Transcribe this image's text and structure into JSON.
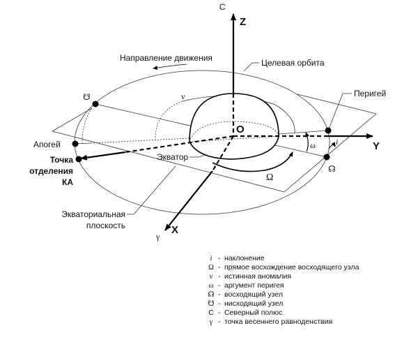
{
  "axes": {
    "c": "C",
    "z": "Z",
    "y": "Y",
    "x": "X",
    "gamma": "γ",
    "origin": "O"
  },
  "labels": {
    "direction": "Направление движения",
    "target_orbit": "Целевая орбита",
    "perigee": "Перигей",
    "apogee": "Апогей",
    "separation": [
      "Точка",
      "отделения",
      "КА"
    ],
    "equator": "Экватор",
    "equatorial_plane": [
      "Экваториальная",
      "плоскость"
    ],
    "nu": "ν",
    "omega_small": "ω",
    "omega_big": "Ω",
    "i": "i",
    "asc_node": "☊",
    "desc_node": "☋"
  },
  "legend": [
    {
      "symbol": "i",
      "text": "наклонение"
    },
    {
      "symbol": "Ω",
      "text": "прямое восхождение восходящего узла"
    },
    {
      "symbol": "ν",
      "text": "истинная аномалия"
    },
    {
      "symbol": "ω",
      "text": "аргумент перигея"
    },
    {
      "symbol": "☊",
      "text": "восходящий узел"
    },
    {
      "symbol": "☋",
      "text": "нисходящий узел"
    },
    {
      "symbol": "C",
      "text": "Северный полюс"
    },
    {
      "symbol": "γ",
      "text": "точка весеннего равноденствия"
    }
  ],
  "legend_dash": "-"
}
